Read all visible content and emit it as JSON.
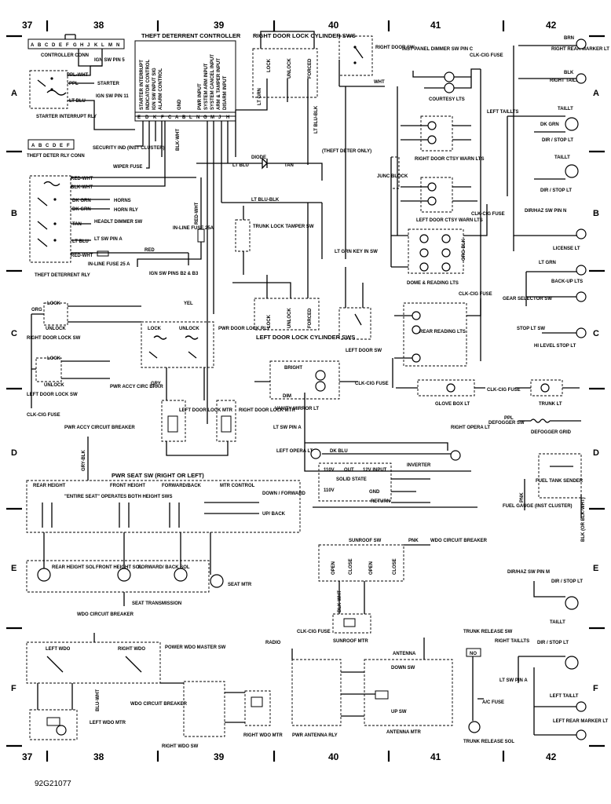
{
  "figure_code": "92G21077",
  "grid": {
    "columns": [
      "37",
      "38",
      "39",
      "40",
      "41",
      "42"
    ],
    "rows": [
      "A",
      "B",
      "C",
      "D",
      "E",
      "F"
    ]
  },
  "components": {
    "theft_ctrl": {
      "title": "THEFT DETERRENT CONTROLLER",
      "functions": [
        "STARTER INTERRUPT",
        "INDICATOR CONTROL",
        "IGN SW INPUT SIG",
        "ALARM CONTROL",
        "GND",
        "PWR INPUT",
        "SYSTEM ARM INPUT",
        "SYSTEM CANCEL INPUT",
        "ARM & TAMPER INPUT",
        "DISARM INPUT"
      ],
      "pins": [
        "E",
        "D",
        "K",
        "F",
        "C",
        "A",
        "B",
        "L",
        "N",
        "G",
        "M",
        "J",
        "H"
      ]
    },
    "ctrl_conn": {
      "pins": [
        "A",
        "B",
        "C",
        "D",
        "E",
        "F",
        "G",
        "H",
        "J",
        "K",
        "L",
        "M",
        "N"
      ],
      "label": "CONTROLLER CONN"
    },
    "ign_sw_pin5": "IGN SW PIN 5",
    "starter_relay": {
      "wires": [
        "PPL-WHT",
        "PPL",
        "LT BLU"
      ],
      "starter": "STARTER",
      "ign_sw": "IGN SW PIN 11",
      "name": "STARTER INTERRUPT RLY"
    },
    "relay_conn": {
      "pins": [
        "A",
        "B",
        "C",
        "D",
        "E",
        "F"
      ],
      "label": "THEFT DETER RLY CONN"
    },
    "security_ind": "SECURITY IND (INST CLUSTER)",
    "wiper_fuse": "WIPER FUSE",
    "theft_relay": {
      "wires": [
        "RED-WHT",
        "BLK-WHT",
        "DK GRN",
        "DK GRN",
        "TAN",
        "LT BLU",
        "RED-WHT"
      ],
      "targets": [
        "HORNS",
        "HORN RLY",
        "HEADLT DIMMER SW",
        "LT SW PIN A"
      ],
      "name": "THEFT DETERRENT RLY"
    },
    "inline_fuse": {
      "label": "IN-LINE FUSE 25A",
      "label2": "IN-LINE FUSE 25 A"
    },
    "ign_sw_pins": "IGN SW PINS B2 & B3",
    "right_door_lock_cyl": {
      "title": "RIGHT DOOR LOCK CYLINDER SWS",
      "sw": [
        "LOCK",
        "UNLOCK",
        "FORCED"
      ]
    },
    "diode": "DIODE",
    "theft_deter_only": "(THEFT DETER ONLY)",
    "trunk_lock_tamper": "TRUNK LOCK TAMPER SW",
    "left_door_lock_cyl": {
      "title": "LEFT DOOR LOCK CYLINDER SWS",
      "sw": [
        "LOCK",
        "UNLOCK",
        "FORCED"
      ]
    },
    "lt_grn_key": "LT GRN KEY IN SW",
    "right_door_sw": "RIGHT DOOR SW",
    "left_door_sw": "LEFT DOOR SW",
    "inst_panel_dimmer": "INST PANEL DIMMER SW PIN C",
    "clk_cig_fuse": "CLK-CIG FUSE",
    "courtesy_lts": "COURTESY LTS",
    "right_door_ctsy": "RIGHT DOOR CTSY WARN LTS",
    "junc_block": "JUNC BLOCK",
    "left_door_ctsy": "LEFT DOOR CTSY WARN LTS",
    "dome_reading": "DOME & READING LTS",
    "rear_reading": "REAR READING LTS",
    "glove_box": "GLOVE BOX LT",
    "trunk_lt": "TRUNK LT",
    "vanity_mirror": {
      "name": "VANITY MIRROR LT",
      "bright": "BRIGHT",
      "dim": "DIM"
    },
    "rear_lighting": {
      "right_rear_marker": "RIGHT REAR MARKER LT",
      "right_taillt": "RIGHT TAILLT",
      "left_taillts": "LEFT TAILLTS",
      "taillt": "TAILLT",
      "dir_stop": "DIR / STOP LT",
      "dir_haz": "DIR/HAZ SW PIN N",
      "license": "LICENSE LT",
      "backup": "BACK-UP LTS",
      "gear_sel": "GEAR SELECTOR SW",
      "stop_lt_sw": "STOP LT SW",
      "hi_level": "HI LEVEL STOP LT"
    },
    "right_door_lock_sw": {
      "name": "RIGHT DOOR LOCK SW",
      "lock": "LOCK",
      "unlock": "UNLOCK"
    },
    "left_door_lock_sw": {
      "name": "LEFT DOOR LOCK SW",
      "lock": "LOCK",
      "unlock": "UNLOCK"
    },
    "pwr_door_lock_rly": {
      "name": "PWR DOOR LOCK RLY",
      "lock": "LOCK",
      "unlock": "UNLOCK"
    },
    "pwr_accy_circ_brkr": "PWR ACCY CIRC BRKR",
    "left_door_lock_mtr": "LEFT DOOR LOCK MTR",
    "right_door_lock_mtr": "RIGHT DOOR LOCK MTR",
    "pwr_accy_cb": "PWR ACCY CIRCUIT BREAKER",
    "defogger": {
      "sw": "DEFOGGER SW",
      "grid": "DEFOGGER GRID"
    },
    "opera": {
      "lt_sw": "LT SW PIN A",
      "left": "LEFT OPERA LT",
      "right": "RIGHT OPERA LT"
    },
    "inverter": {
      "name": "INVERTER",
      "v110": "110V",
      "out": "OUT",
      "input": "12V INPUT",
      "solid": "SOLID STATE",
      "gnd": "GND",
      "ret": "RETURN"
    },
    "fuel": {
      "sender": "FUEL TANK SENDER",
      "gauge": "FUEL GAUGE (INST CLUSTER)",
      "wire": "BLK (OR BLK-WHT)"
    },
    "pwr_seat": {
      "title": "PWR SEAT SW (RIGHT OR LEFT)",
      "sections": [
        "REAR HEIGHT",
        "FRONT HEIGHT",
        "FORWARD/BACK",
        "MTR CONTROL"
      ],
      "entire": "\"ENTIRE SEAT\" OPERATES BOTH HEIGHT SWS",
      "down_forward": "DOWN / FORWARD",
      "up_back": "UP/ BACK",
      "sols": [
        "REAR HEIGHT SOL",
        "FRONT HEIGHT SOL",
        "FORWARD/ BACK SOL"
      ],
      "seat_trans": "SEAT TRANSMISSION",
      "seat_mtr": "SEAT MTR"
    },
    "sunroof": {
      "sw": "SUNROOF SW",
      "mtr": "SUNROOF MTR",
      "wdo_cb": "WDO CIRCUIT BREAKER",
      "pos": [
        "OPEN",
        "CLOSE",
        "OPEN",
        "CLOSE"
      ]
    },
    "wdo": {
      "cb": "WDO CIRCUIT BREAKER",
      "master": "POWER WDO MASTER SW",
      "left_wdo": "LEFT WDO",
      "right_wdo": "RIGHT WDO",
      "left_mtr": "LEFT WDO MTR",
      "right_sw": "RIGHT WDO SW",
      "right_mtr": "RIGHT WDO MTR",
      "wdo_cb2": "WDO CIRCUIT BREAKER"
    },
    "antenna": {
      "radio": "RADIO",
      "fuse": "CLK-CIG FUSE",
      "name": "ANTENNA",
      "down_sw": "DOWN SW",
      "up_sw": "UP SW",
      "rly": "PWR ANTENNA RLY",
      "mtr": "ANTENNA MTR"
    },
    "trunk_release": {
      "sw": "TRUNK RELEASE SW",
      "no": "NO",
      "ac_fuse": "A/C FUSE",
      "sol": "TRUNK RELEASE SOL"
    },
    "rear_bottom": {
      "dir_haz": "DIR/HAZ SW PIN M",
      "dir_stop": "DIR / STOP LT",
      "taillt": "TAILLT",
      "right_taillts": "RIGHT TAILLTS",
      "dir_stop2": "DIR / STOP LT",
      "lt_sw": "LT SW PIN A",
      "left_taillt": "LEFT TAILLT",
      "left_rear_marker": "LEFT REAR MARKER LT"
    }
  },
  "wire_colors": [
    "BRN",
    "BLK",
    "WHT",
    "YEL",
    "TAN",
    "ORG",
    "PNK",
    "GRY",
    "LT BLU",
    "DK BLU",
    "LT GRN",
    "DK GRN",
    "RED",
    "PPL",
    "LT BLU-BLK",
    "LT BLU-BLK",
    "ORG-BLK",
    "GRY-BLK",
    "BLK-WHT",
    "RED-WHT",
    "BLU-WHT",
    "BLK-WHT",
    "LT GRN",
    "PNK"
  ]
}
